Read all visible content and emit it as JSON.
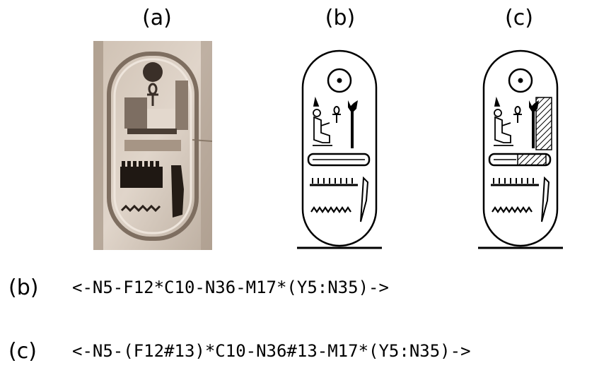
{
  "panels": {
    "a": {
      "label": "(a)"
    },
    "b": {
      "label": "(b)"
    },
    "c": {
      "label": "(c)"
    }
  },
  "encodings": {
    "b": {
      "label": "(b)",
      "code": "<-N5-F12*C10-N36-M17*(Y5:N35)->"
    },
    "c": {
      "label": "(c)",
      "code": "<-N5-(F12#13)*C10-N36#13-M17*(Y5:N35)->"
    }
  },
  "colors": {
    "stone_light": "#d8ccc0",
    "stone_mid": "#b8a898",
    "stone_dark": "#3a2f28",
    "ink": "#000000"
  }
}
